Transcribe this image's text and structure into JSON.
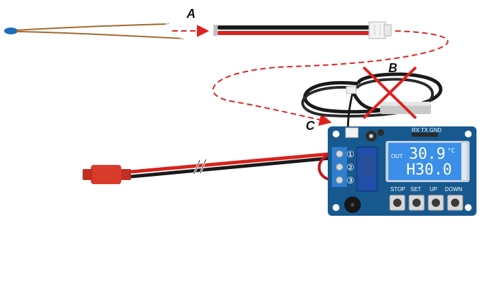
{
  "labels": {
    "a": "A",
    "b": "B",
    "c": "C"
  },
  "pcb": {
    "header_pins": "RX TX GND",
    "buttons": [
      "STOP",
      "SET",
      "UP",
      "DOWN"
    ],
    "lcd_out": "OUT",
    "lcd_line1": "30.9",
    "lcd_unit": "°C",
    "lcd_line2": "H30.0",
    "terminals": [
      "①",
      "②",
      "③"
    ]
  },
  "colors": {
    "arrow": "#e0201d",
    "pcb": "#17588f",
    "lcd": "#3b8fe8",
    "wire_red": "#d7221d",
    "wire_black": "#1a1a1a",
    "connector": "#d83a2b"
  }
}
